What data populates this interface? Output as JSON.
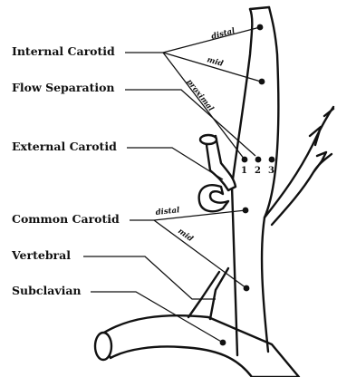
{
  "labels": {
    "internal_carotid": "Internal Carotid",
    "flow_separation": "Flow Separation",
    "external_carotid": "External Carotid",
    "common_carotid": "Common Carotid",
    "vertebral": "Vertebral",
    "subclavian": "Subclavian"
  },
  "sublabels": {
    "ica_distal": "distal",
    "ica_mid": "mid",
    "ica_proximal": "proximal",
    "cca_distal": "distal",
    "cca_mid": "mid"
  },
  "flow_points": [
    "1",
    "2",
    "3"
  ]
}
